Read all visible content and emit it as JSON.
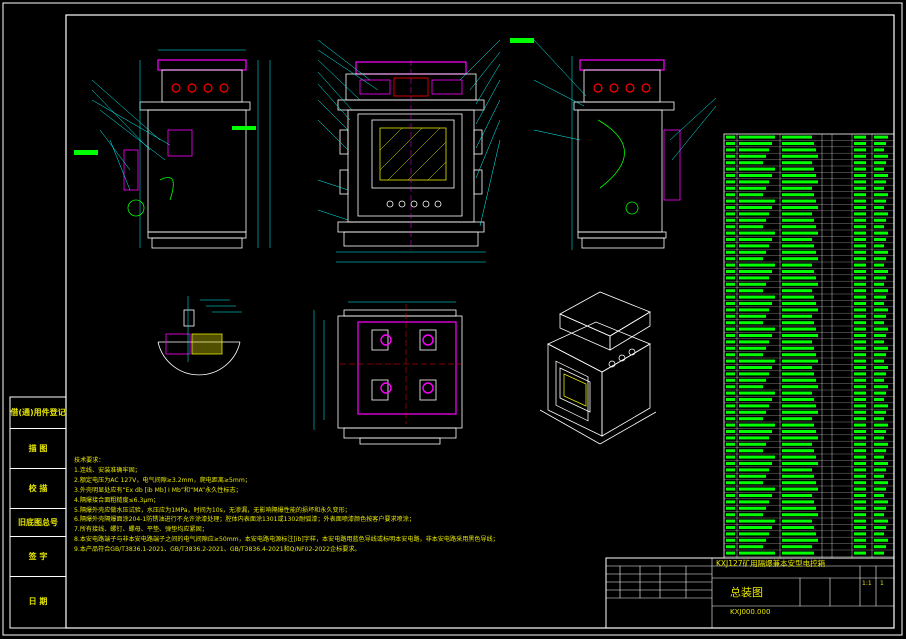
{
  "side_labels": [
    "借(通)用件登记",
    "描 图",
    "校 描",
    "旧底图总号",
    "签 字",
    "日 期"
  ],
  "technical_notes": {
    "heading": "技术要求：",
    "lines": [
      "1.连线、安装准确牢固；",
      "2.额定电压为AC 127V，电气间隙≥3.2mm，爬电距离≥5mm；",
      "3.外壳明显处应有“Ex db [ib Mb] I Mb”和“MA”永久性标志；",
      "4.隔爆接合面粗糙度≤6.3μm；",
      "5.隔爆外壳应做水压试验，水压应为1MPa，时间为10s，无渗漏，无影响隔爆性能的损坏和永久变形；",
      "6.隔爆外壳隔爆面涂204-1防锈油进行不允许涂漆处理；腔体内表面涂1301或1302耐弧漆；外表面喷漆颜色按客户要求喷涂；",
      "7.所有接线、螺钉、螺母、平垫、弹垫均应紧固；",
      "8.本安电路端子与非本安电路端子之间的电气间隙应≥50mm，本安电路电源标注[ib]字样，本安电路用蓝色导线或标明本安电路，非本安电路采用黑色导线；",
      "9.本产品符合GB/T3836.1-2021、GB/T3836.2-2021、GB/T3836.4-2021和Q/NF02-2022企标要求。"
    ]
  },
  "title_block": {
    "product_name": "KXJ127矿用隔爆兼本安型电控箱",
    "drawing_name": "总装图",
    "drawing_number": "KXJ000.000",
    "scale": "1:1",
    "sheet": "1"
  },
  "colors": {
    "frame": "#ffffff",
    "outline": "#ffffff",
    "highlight": "#ff00ff",
    "leader": "#00ffff",
    "text": "#e6e600",
    "table": "#00ff00",
    "hatch": "#e6e600",
    "red": "#ff0000"
  }
}
